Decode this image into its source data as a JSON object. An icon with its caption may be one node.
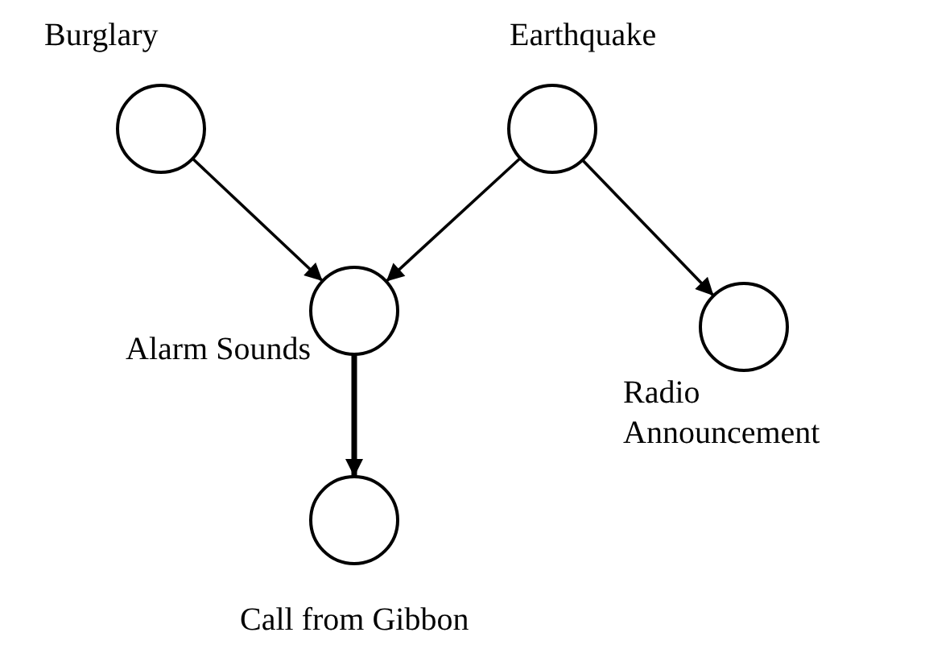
{
  "diagram": {
    "nodes": [
      {
        "text": [
          "Burglary"
        ]
      },
      {
        "text": [
          "Earthquake"
        ]
      },
      {
        "text": [
          "Alarm Sounds"
        ]
      },
      {
        "text": [
          "Radio Announcement"
        ]
      },
      {
        "text": [
          "Call from Gibbon"
        ]
      }
    ],
    "edges": [
      {
        "from": 0,
        "to": 2,
        "arrow": "to"
      },
      {
        "from": 1,
        "to": 2,
        "arrow": "to"
      },
      {
        "from": 1,
        "to": 3,
        "arrow": "to"
      },
      {
        "from": 2,
        "to": 4,
        "arrow": "to",
        "style": "thick"
      }
    ]
  }
}
